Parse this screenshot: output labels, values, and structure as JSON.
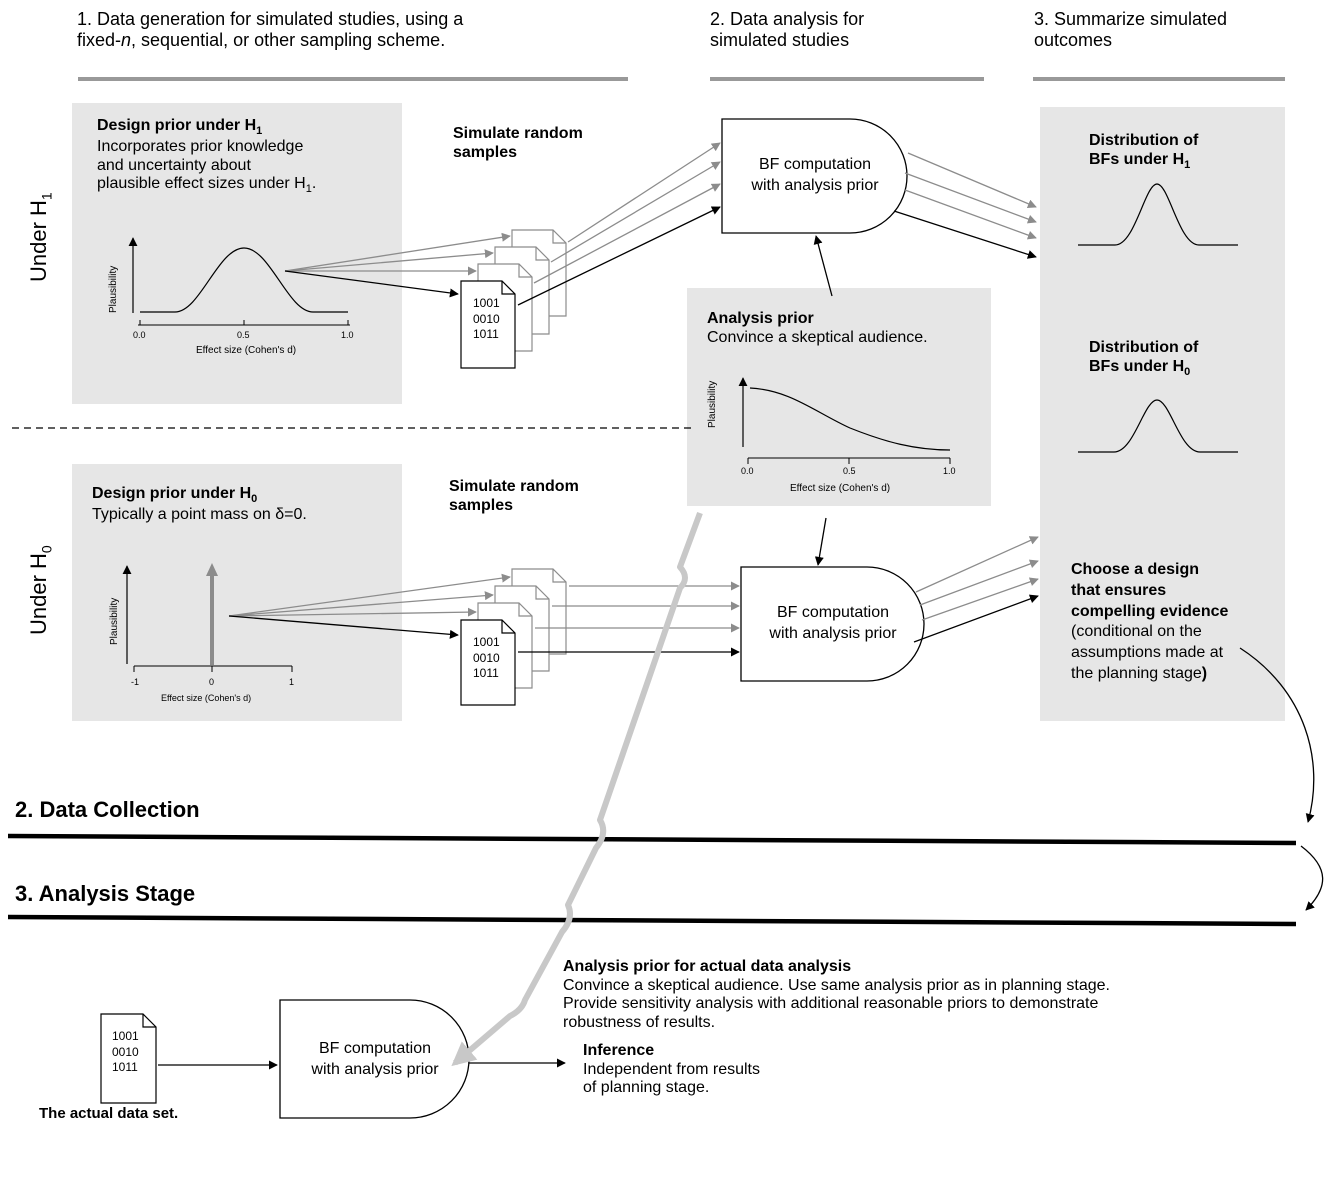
{
  "headers": {
    "col1_line1": "1. Data generation for simulated studies, using a",
    "col1_line2_pre": "fixed-",
    "col1_line2_italic": "n",
    "col1_line2_post": ", sequential, or other sampling scheme.",
    "col2_line1": "2. Data analysis for",
    "col2_line2": "simulated studies",
    "col3_line1": "3. Summarize simulated",
    "col3_line2": "outcomes"
  },
  "rows": {
    "h1_label": "Under H",
    "h1_sub": "1",
    "h0_label": "Under H",
    "h0_sub": "0"
  },
  "design_h1": {
    "title": "Design prior under H",
    "title_sub": "1",
    "line1": "Incorporates prior knowledge",
    "line2": "and uncertainty about",
    "line3": "plausible effect sizes under H",
    "line3_sub": "1",
    "line3_end": ".",
    "ylabel": "Plausibility",
    "xlabel": "Effect size (Cohen's d)",
    "ticks": [
      "0.0",
      "0.5",
      "1.0"
    ]
  },
  "design_h0": {
    "title": "Design prior under H",
    "title_sub": "0",
    "line1": "Typically a point mass on  δ=0.",
    "ylabel": "Plausibility",
    "xlabel": "Effect size (Cohen's d)",
    "ticks": [
      "-1",
      "0",
      "1"
    ]
  },
  "simulate": {
    "h1_line1": "Simulate random",
    "h1_line2": "samples",
    "h0_line1": "Simulate random",
    "h0_line2": "samples"
  },
  "bits": [
    "1001",
    "0010",
    "1011"
  ],
  "bf_box": {
    "line1": "BF computation",
    "line2": "with analysis prior"
  },
  "analysis_prior": {
    "title": "Analysis prior",
    "text": "Convince a skeptical audience.",
    "ylabel": "Plausibility",
    "xlabel": "Effect size (Cohen's d)",
    "ticks": [
      "0.0",
      "0.5",
      "1.0"
    ]
  },
  "summary": {
    "dist_h1_line1": "Distribution of",
    "dist_h1_line2": "BFs under H",
    "dist_h1_sub": "1",
    "dist_h0_line1": "Distribution of",
    "dist_h0_line2": "BFs under H",
    "dist_h0_sub": "0",
    "choose_line1": "Choose a design",
    "choose_line2": "that ensures",
    "choose_line3": "compelling evidence",
    "cond_line1": "(conditional on the",
    "cond_line2": "assumptions made at",
    "cond_line3": "the planning stage",
    "cond_close": ")"
  },
  "stages": {
    "collection": "2. Data Collection",
    "analysis": "3. Analysis Stage"
  },
  "actual": {
    "prior_title": "Analysis prior for actual data analysis",
    "prior_line1": "Convince a skeptical audience. Use same analysis prior as in planning stage.",
    "prior_line2": "Provide sensitivity analysis with additional reasonable priors to demonstrate",
    "prior_line3": "robustness of results.",
    "dataset_label": "The actual data set.",
    "inference_title": "Inference",
    "inference_line1": "Independent from results",
    "inference_line2": "of planning stage."
  },
  "colors": {
    "panel": "#e6e6e6",
    "rule": "#999999",
    "arrow_gray": "#999999",
    "gray_path": "#c8c8c8",
    "line": "#000000"
  }
}
